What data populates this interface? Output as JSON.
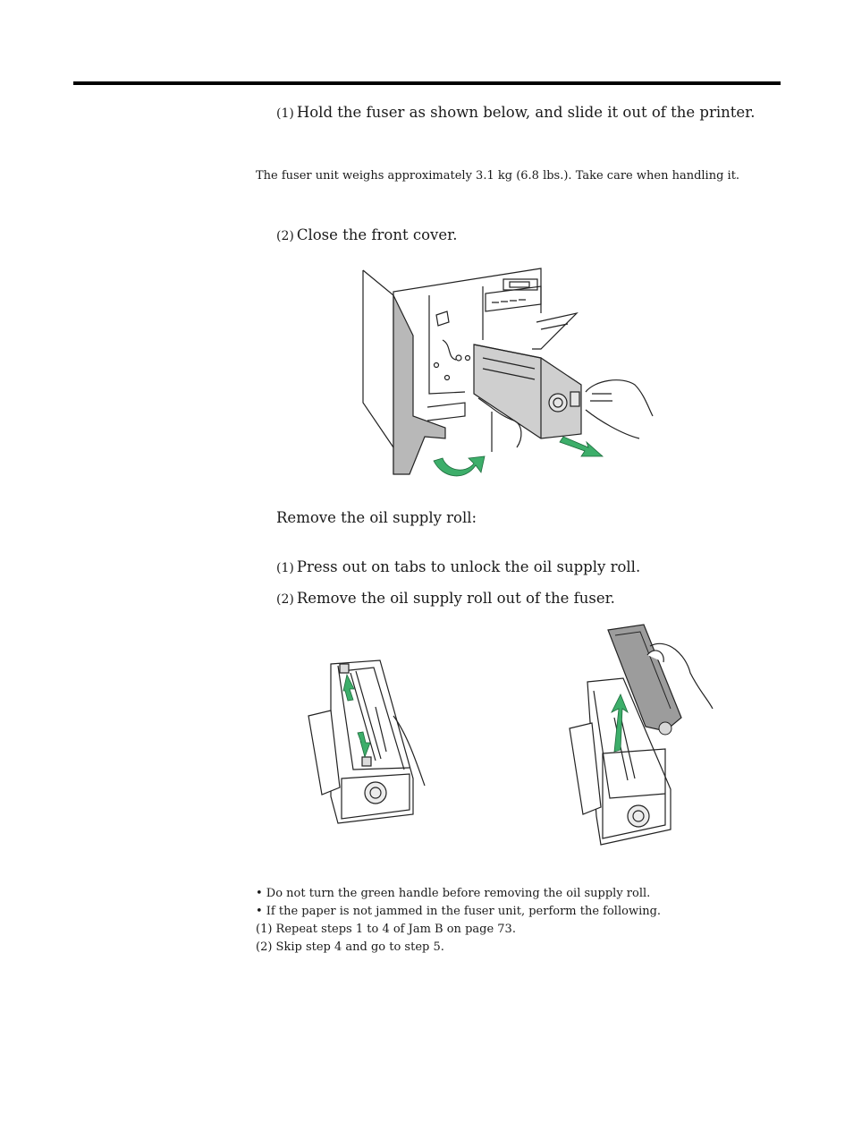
{
  "steps": {
    "s1": {
      "num": "(1)",
      "text": "Hold the fuser as shown below, and slide it out of the printer."
    },
    "caution": "The fuser unit weighs approximately 3.1 kg (6.8 lbs.). Take care when handling it.",
    "s2": {
      "num": "(2)",
      "text": "Close the front cover."
    },
    "remove_heading": "Remove the oil supply roll:",
    "r1": {
      "num": "(1)",
      "text": "Press out on tabs to unlock the oil supply roll."
    },
    "r2": {
      "num": "(2)",
      "text": "Remove the oil supply roll out of the fuser."
    }
  },
  "notes": [
    "• Do not turn the green handle before removing the oil supply roll.",
    "• If the paper is not jammed in the fuser unit, perform the following.",
    "(1) Repeat steps 1 to 4 of Jam B on page 73.",
    "(2) Skip step 4 and go to step 5."
  ],
  "colors": {
    "arrow_green": "#3dae6a",
    "housing_gray": "#b8b8b8",
    "line": "#222222"
  }
}
